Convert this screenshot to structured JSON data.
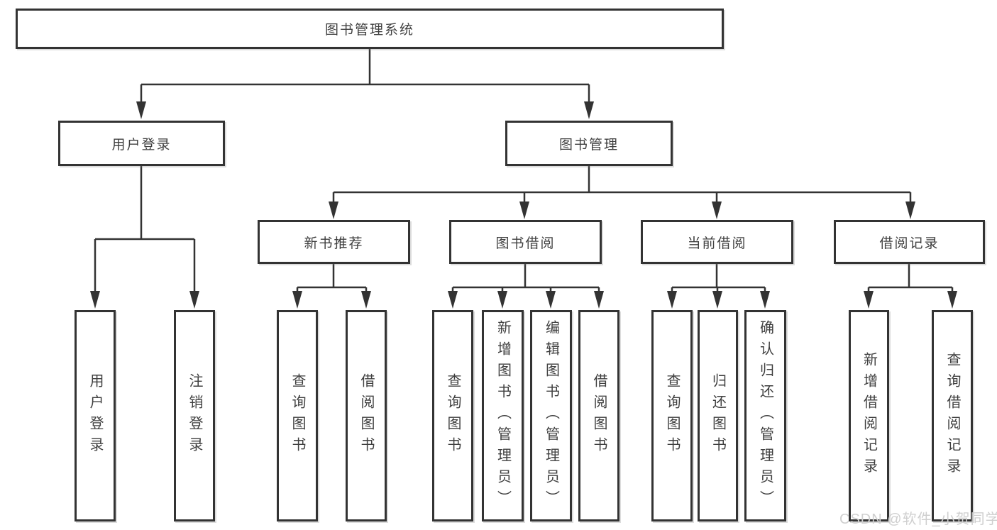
{
  "colors": {
    "line": "#333333",
    "box_border": "#333333",
    "text": "#3f3f3f",
    "watermark": "#cfcfcf",
    "background": "#ffffff"
  },
  "diagram": {
    "root": {
      "label": "图书管理系统"
    },
    "branches": {
      "user_login": {
        "label": "用户登录"
      },
      "book_management": {
        "label": "图书管理"
      }
    },
    "modules": {
      "new_book_recommend": {
        "label": "新书推荐"
      },
      "book_borrow": {
        "label": "图书借阅"
      },
      "current_borrow": {
        "label": "当前借阅"
      },
      "borrow_records": {
        "label": "借阅记录"
      }
    },
    "leaves": {
      "user_login": [
        "用户登录",
        "注销登录"
      ],
      "new_book_recommend": [
        "查询图书",
        "借阅图书"
      ],
      "book_borrow": [
        "查询图书",
        "新增图书（管理员）",
        "编辑图书（管理员）",
        "借阅图书"
      ],
      "current_borrow": [
        "查询图书",
        "归还图书",
        "确认归还（管理员）"
      ],
      "borrow_records": [
        "新增借阅记录",
        "查询借阅记录"
      ]
    }
  },
  "watermark": {
    "text": "CSDN @软件_小贺同学"
  }
}
